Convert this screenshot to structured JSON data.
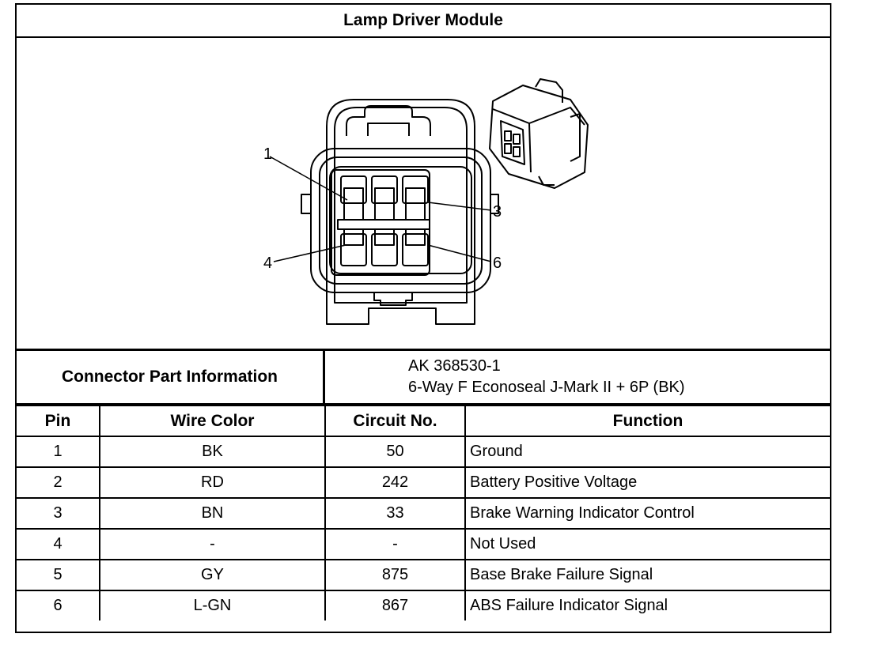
{
  "title": "Lamp Driver Module",
  "diagram": {
    "callouts": [
      "1",
      "3",
      "4",
      "6"
    ]
  },
  "connector_info": {
    "label": "Connector Part Information",
    "part_number": "AK 368530-1",
    "description": "6-Way F Econoseal J-Mark II + 6P (BK)"
  },
  "table": {
    "headers": {
      "pin": "Pin",
      "wire_color": "Wire Color",
      "circuit": "Circuit No.",
      "function": "Function"
    },
    "rows": [
      {
        "pin": "1",
        "wire_color": "BK",
        "circuit": "50",
        "function": "Ground"
      },
      {
        "pin": "2",
        "wire_color": "RD",
        "circuit": "242",
        "function": "Battery Positive Voltage"
      },
      {
        "pin": "3",
        "wire_color": "BN",
        "circuit": "33",
        "function": "Brake Warning Indicator Control"
      },
      {
        "pin": "4",
        "wire_color": "-",
        "circuit": "-",
        "function": "Not Used"
      },
      {
        "pin": "5",
        "wire_color": "GY",
        "circuit": "875",
        "function": "Base Brake Failure Signal"
      },
      {
        "pin": "6",
        "wire_color": "L-GN",
        "circuit": "867",
        "function": "ABS Failure Indicator Signal"
      }
    ]
  }
}
